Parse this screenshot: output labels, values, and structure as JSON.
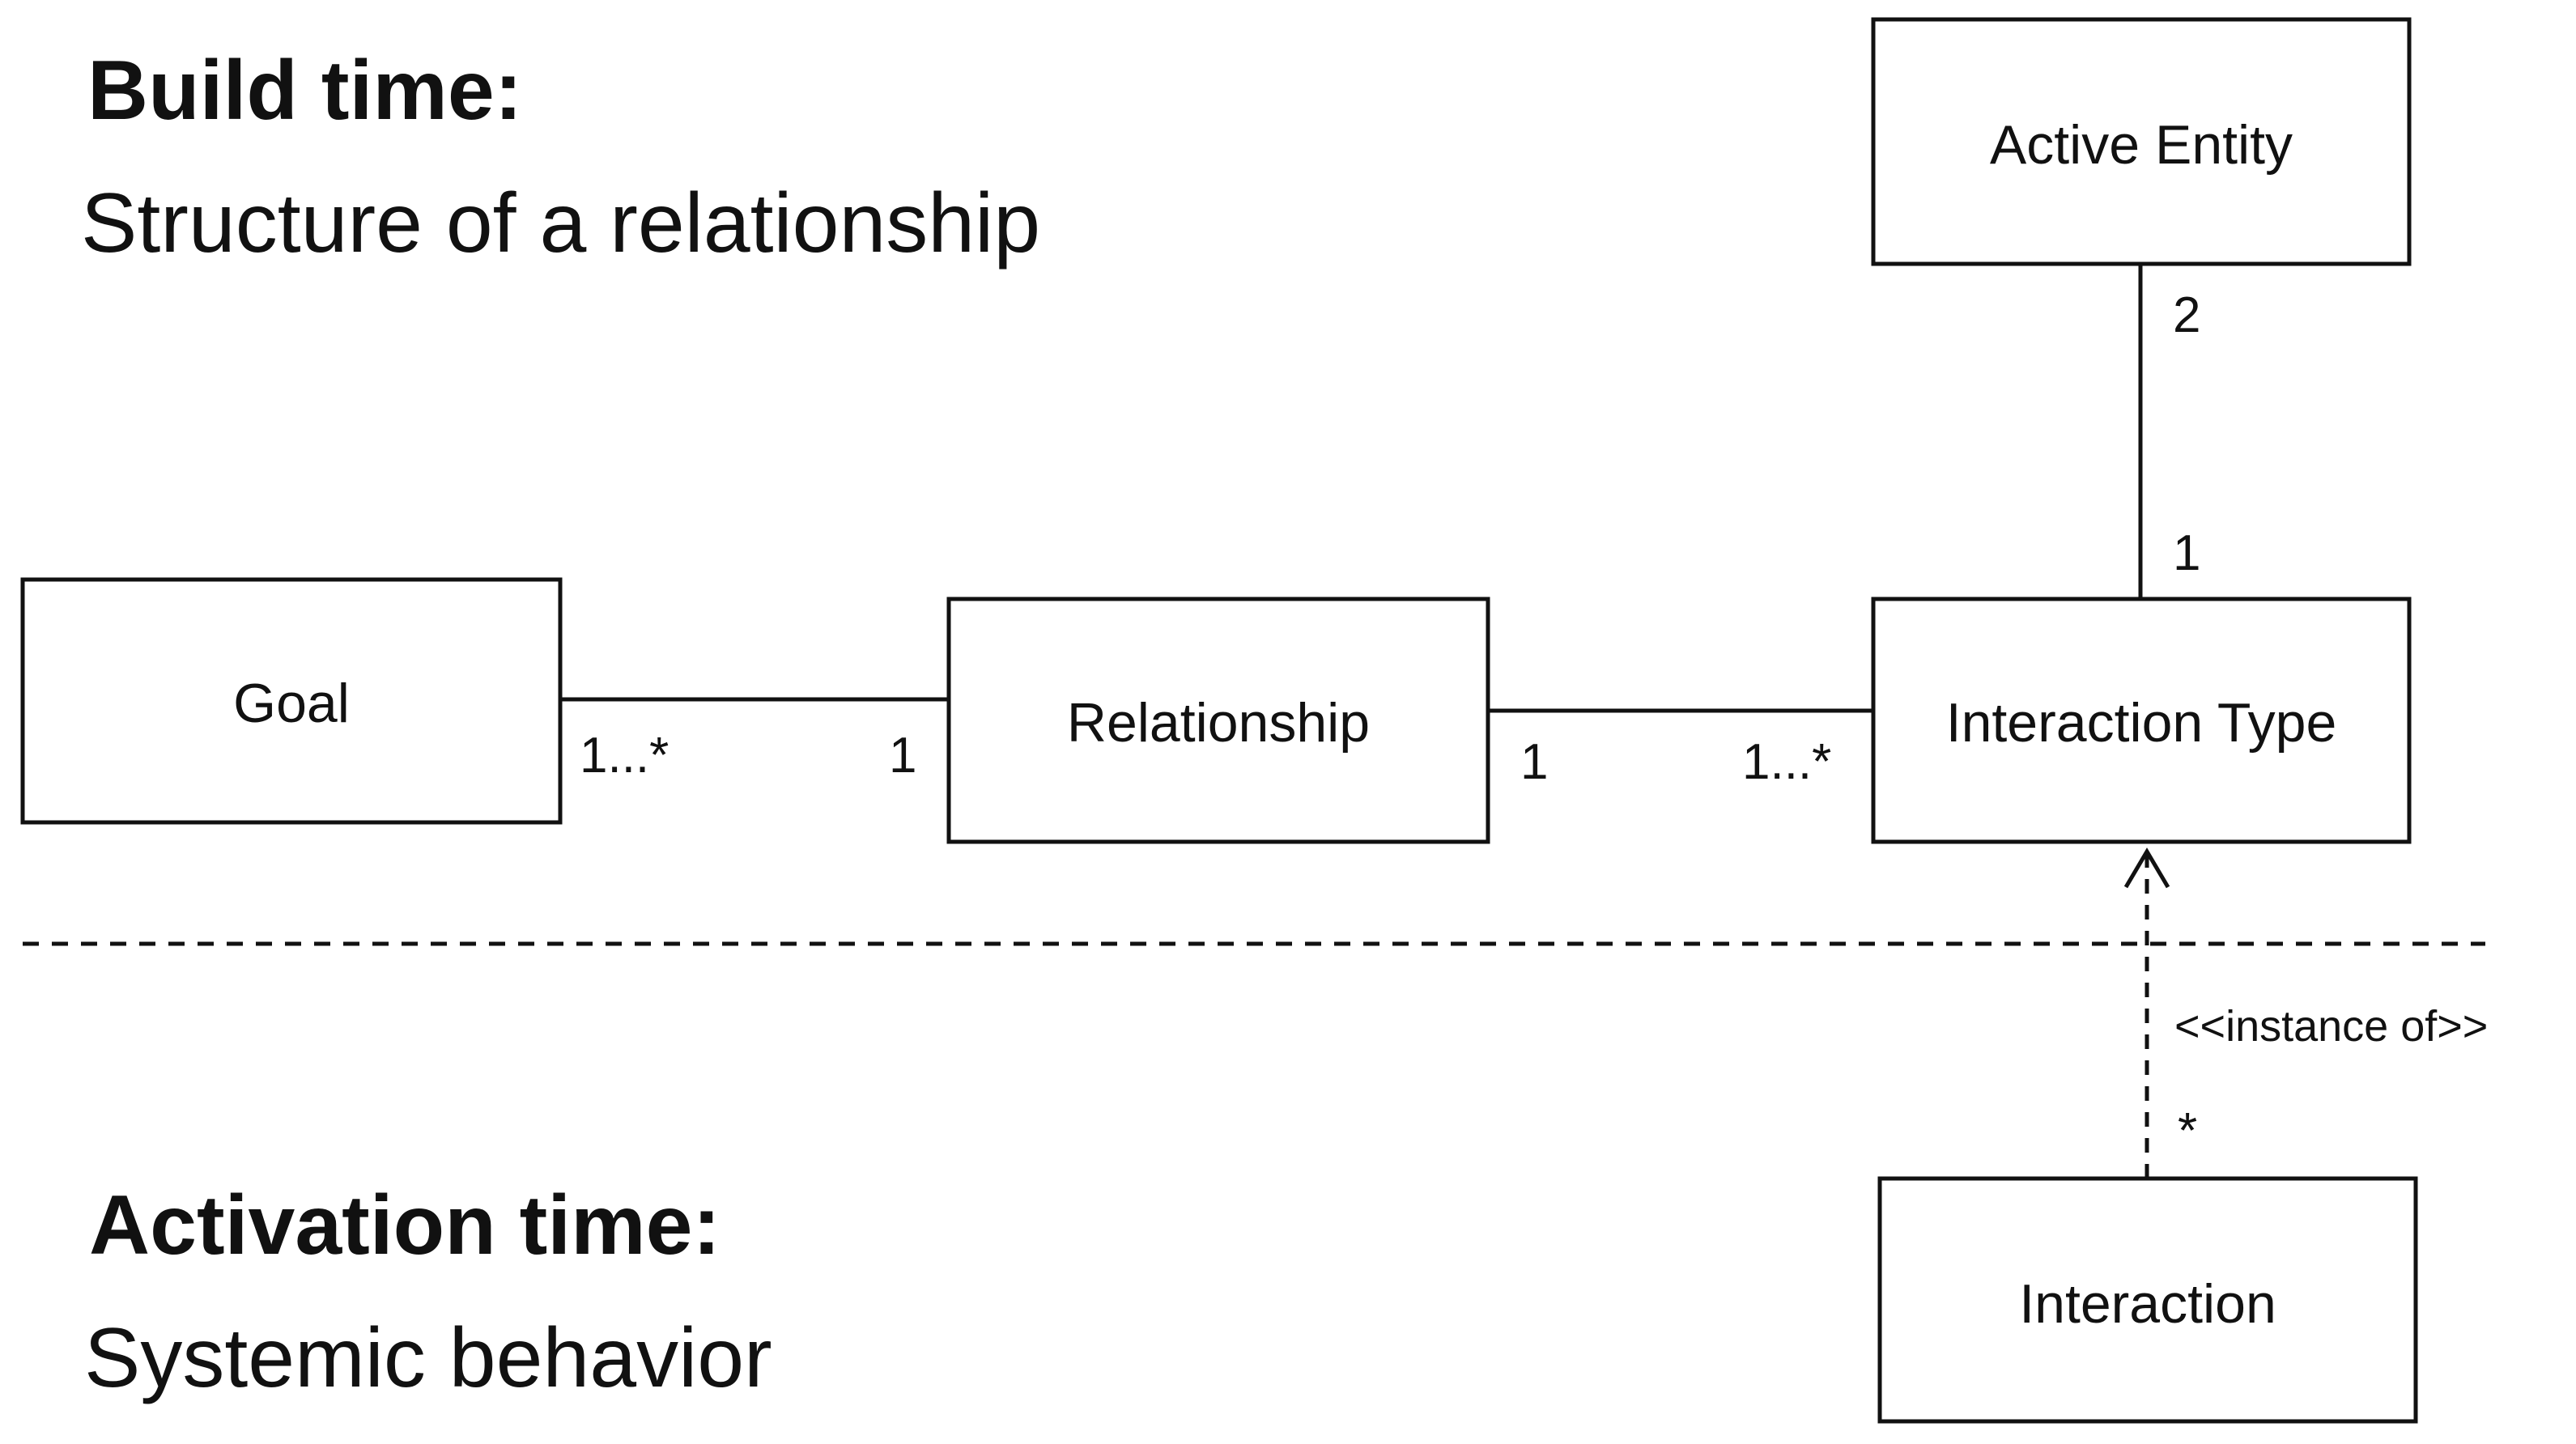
{
  "sections": {
    "build": {
      "heading": "Build time:",
      "subtitle": "Structure of a relationship"
    },
    "activation": {
      "heading": "Activation time:",
      "subtitle": "Systemic behavior"
    }
  },
  "boxes": {
    "goal": "Goal",
    "relationship": "Relationship",
    "interaction_type": "Interaction Type",
    "active_entity": "Active Entity",
    "interaction": "Interaction"
  },
  "multiplicities": {
    "goal_side": "1...*",
    "relationship_goal_side": "1",
    "relationship_it_side": "1",
    "interaction_type_side": "1...*",
    "active_entity_side": "2",
    "interaction_type_top": "1",
    "interaction_side": "*"
  },
  "stereotype": "<<instance of>>"
}
